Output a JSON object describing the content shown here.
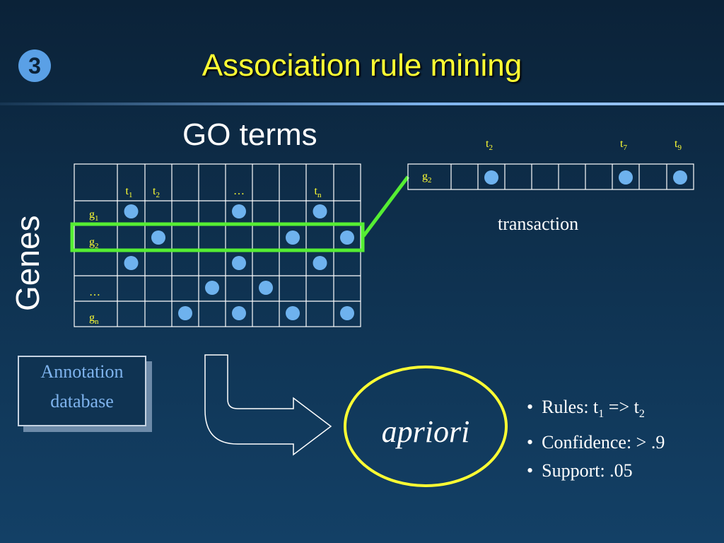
{
  "slide": {
    "badge": "3",
    "title": "Association rule mining"
  },
  "matrix": {
    "axis_top": "GO terms",
    "axis_left": "Genes",
    "column_headers": [
      {
        "base": "t",
        "sub": "1"
      },
      {
        "base": "t",
        "sub": "2"
      },
      {
        "base": "",
        "sub": ""
      },
      {
        "base": "",
        "sub": ""
      },
      {
        "base": "…",
        "sub": ""
      },
      {
        "base": "",
        "sub": ""
      },
      {
        "base": "",
        "sub": ""
      },
      {
        "base": "t",
        "sub": "n"
      }
    ],
    "row_labels": [
      {
        "base": "g",
        "sub": "1"
      },
      {
        "base": "g",
        "sub": "2"
      },
      {
        "base": "",
        "sub": ""
      },
      {
        "base": "…",
        "sub": ""
      },
      {
        "base": "g",
        "sub": "n"
      }
    ],
    "dots": [
      [
        0,
        4,
        7
      ],
      [
        1,
        6,
        8
      ],
      [
        0,
        4,
        7
      ],
      [
        3,
        5
      ],
      [
        2,
        4,
        6,
        8
      ]
    ],
    "highlight_row": 1,
    "highlight_color": "#55ee33"
  },
  "transaction": {
    "row_label": {
      "base": "g",
      "sub": "2"
    },
    "column_labels": [
      {
        "col": 1,
        "base": "t",
        "sub": "2"
      },
      {
        "col": 6,
        "base": "t",
        "sub": "7"
      },
      {
        "col": 8,
        "base": "t",
        "sub": "9"
      }
    ],
    "dots": [
      1,
      6,
      8
    ],
    "caption": "transaction"
  },
  "annotation_box": {
    "line1": "Annotation",
    "line2": "database"
  },
  "algorithm": {
    "name": "apriori",
    "ring_color": "#ffff33"
  },
  "bullets": {
    "rules_prefix": "Rules: t",
    "rules_sub1": "1",
    "rules_mid": " => t",
    "rules_sub2": "2",
    "confidence": "Confidence: > .9",
    "support": "Support: .05"
  },
  "colors": {
    "dot": "#6eb2ee",
    "label_yellow": "#ffff33",
    "grid_line": "#ffffff"
  }
}
